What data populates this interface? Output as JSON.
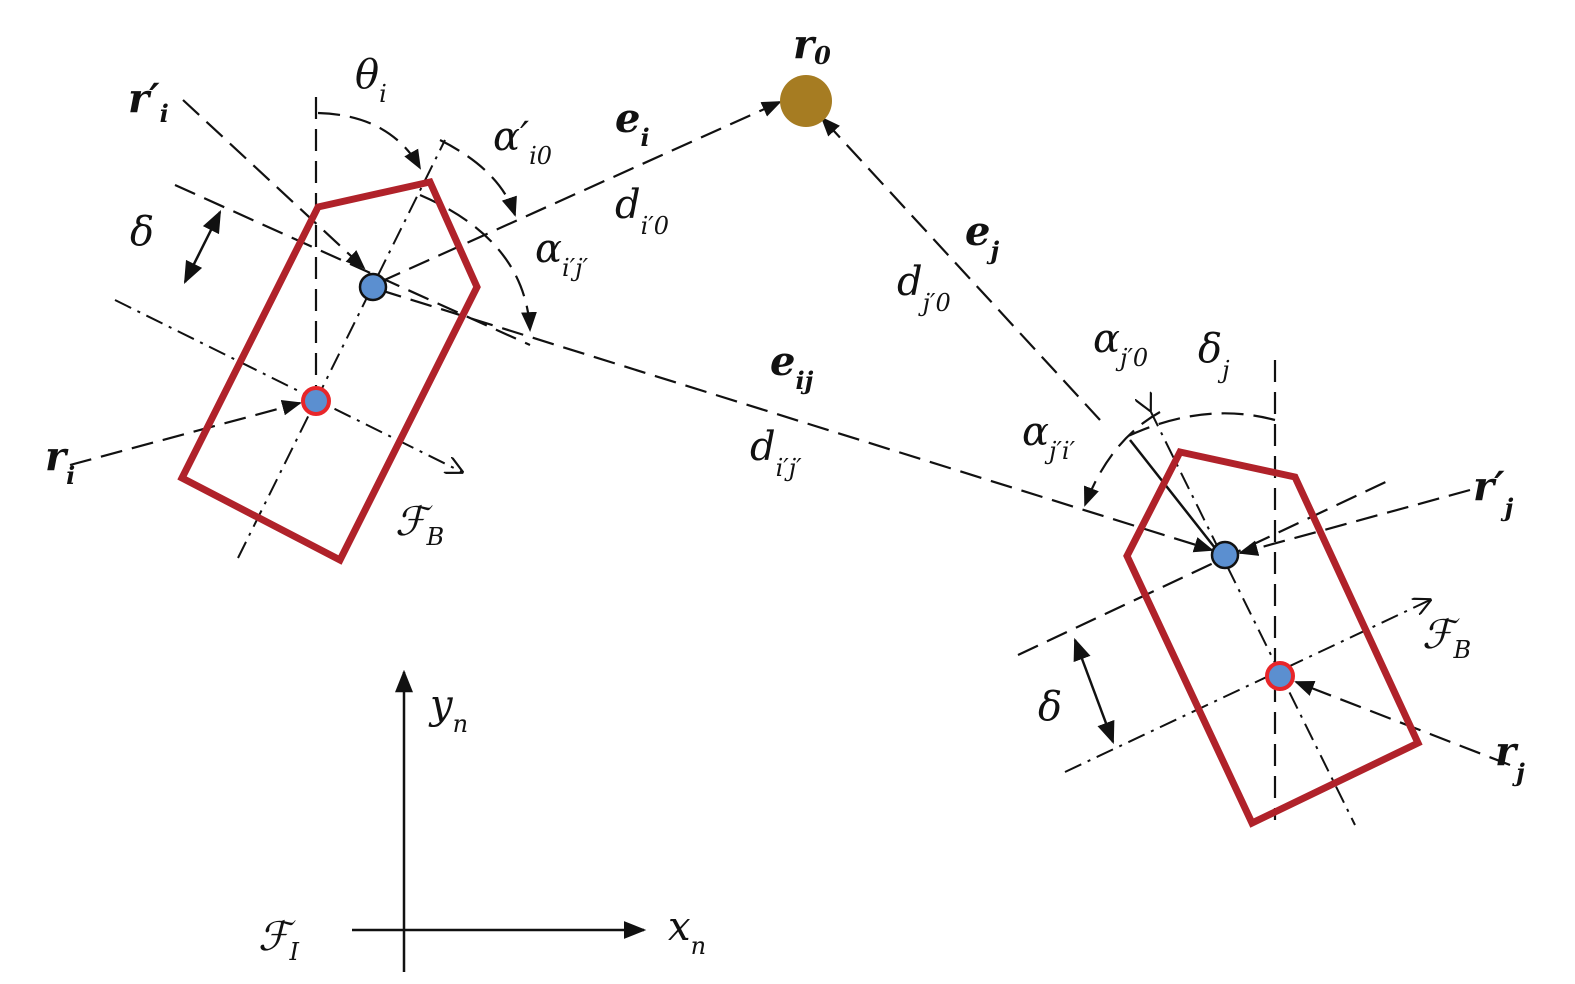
{
  "colors": {
    "vehicle": "#b0222a",
    "target": "#a67c22",
    "point_fill": "#5b8fd0",
    "ring": "#e8262a"
  },
  "labels": {
    "r0": {
      "main": "r",
      "sub": "0"
    },
    "theta_i": {
      "main": "θ",
      "sub": "i"
    },
    "r_prime_i": {
      "main": "r′",
      "sub": "i"
    },
    "alpha_prime_i0": {
      "main": "α′",
      "sub": "i0"
    },
    "e_i": {
      "main": "e",
      "sub": "i"
    },
    "d_i0": {
      "main": "d",
      "sub": "i′0"
    },
    "delta_left": {
      "main": "δ"
    },
    "alpha_ij": {
      "main": "α",
      "sub": "i′j′"
    },
    "e_j": {
      "main": "e",
      "sub": "j"
    },
    "d_j0": {
      "main": "d",
      "sub": "j′0"
    },
    "e_ij": {
      "main": "e",
      "sub": "ij"
    },
    "d_ij": {
      "main": "d",
      "sub": "i′j′"
    },
    "alpha_j0": {
      "main": "α",
      "sub": "j′0"
    },
    "delta_j": {
      "main": "δ",
      "sub": "j"
    },
    "alpha_ji": {
      "main": "α",
      "sub": "j′i′"
    },
    "r_i": {
      "main": "r",
      "sub": "i"
    },
    "F_B_left": {
      "main": "ℱ",
      "sub": "B"
    },
    "r_prime_j": {
      "main": "r′",
      "sub": "j"
    },
    "F_B_right": {
      "main": "ℱ",
      "sub": "B"
    },
    "delta_right": {
      "main": "δ"
    },
    "r_j": {
      "main": "r",
      "sub": "j"
    },
    "y_n": {
      "main": "y",
      "sub": "n"
    },
    "x_n": {
      "main": "x",
      "sub": "n"
    },
    "F_I": {
      "main": "ℱ",
      "sub": "I"
    }
  }
}
